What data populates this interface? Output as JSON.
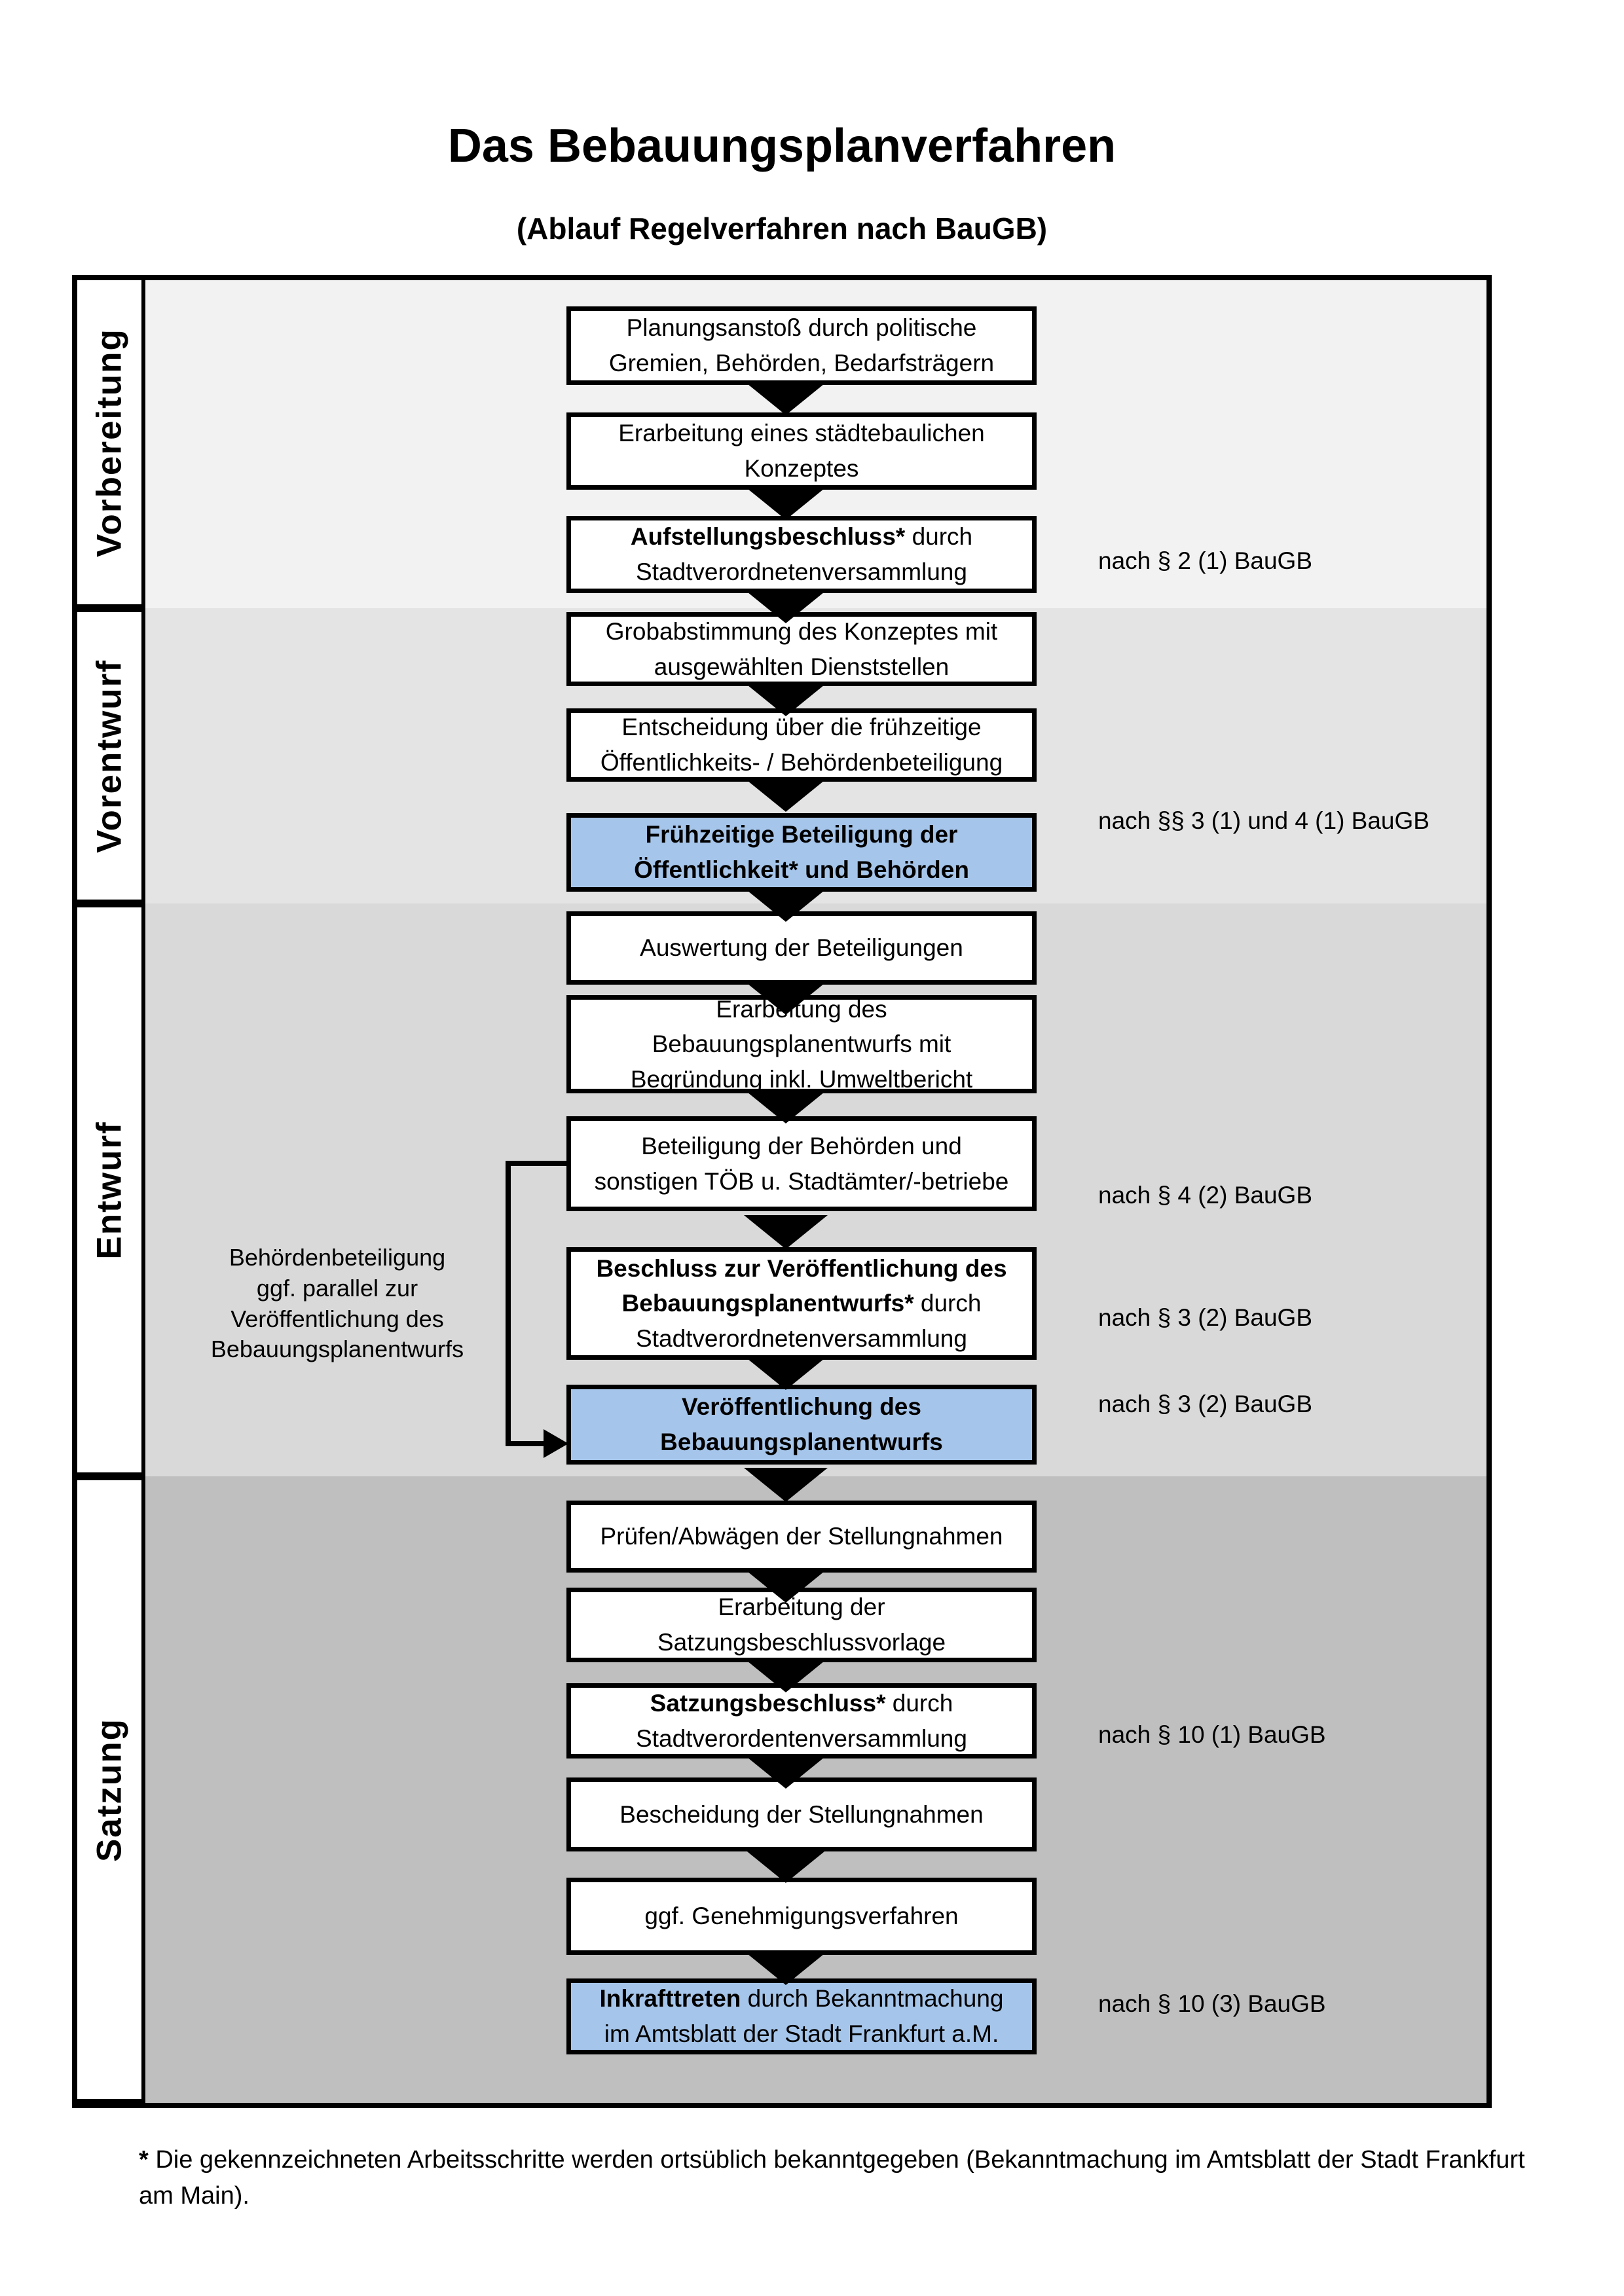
{
  "title": "Das Bebauungsplanverfahren",
  "subtitle": "(Ablauf Regelverfahren nach BauGB)",
  "phases": [
    {
      "label": "Vorbereitung",
      "bg": "#f2f2f2"
    },
    {
      "label": "Vorentwurf",
      "bg": "#e4e4e4"
    },
    {
      "label": "Entwurf",
      "bg": "#d9d9d9"
    },
    {
      "label": "Satzung",
      "bg": "#bfbfbf"
    }
  ],
  "colors": {
    "highlight_box": "#a6c5ea",
    "box_border": "#000000",
    "box_background": "#ffffff"
  },
  "boxes": [
    {
      "bold": "",
      "text": "Planungsanstoß durch politische\nGremien, Behörden, Bedarfsträgern"
    },
    {
      "bold": "",
      "text": "Erarbeitung eines städtebaulichen\nKonzeptes"
    },
    {
      "bold": "Aufstellungsbeschluss*",
      "text": " durch\nStadtverordnetenversammlung"
    },
    {
      "bold": "",
      "text": "Grobabstimmung des Konzeptes mit\nausgewählten Dienststellen"
    },
    {
      "bold": "",
      "text": "Entscheidung über die frühzeitige\nÖffentlichkeits- / Behördenbeteiligung"
    },
    {
      "bold": "Frühzeitige Beteiligung der\nÖffentlichkeit* und Behörden",
      "text": ""
    },
    {
      "bold": "",
      "text": "Auswertung der Beteiligungen"
    },
    {
      "bold": "",
      "text": "Erarbeitung des\nBebauungsplanentwurfs mit\nBegründung inkl. Umweltbericht"
    },
    {
      "bold": "",
      "text": "Beteiligung der Behörden und\nsonstigen TÖB u. Stadtämter/-betriebe"
    },
    {
      "bold": "Beschluss zur Veröffentlichung des\nBebauungsplanentwurfs*",
      "text": " durch\nStadtverordnetenversammlung"
    },
    {
      "bold": "Veröffentlichung des\nBebauungsplanentwurfs",
      "text": ""
    },
    {
      "bold": "",
      "text": "Prüfen/Abwägen der Stellungnahmen"
    },
    {
      "bold": "",
      "text": "Erarbeitung der\nSatzungsbeschlussvorlage"
    },
    {
      "bold": "Satzungsbeschluss*",
      "text": " durch\nStadtverordentenversammlung"
    },
    {
      "bold": "",
      "text": "Bescheidung der Stellungnahmen"
    },
    {
      "bold": "",
      "text": "ggf. Genehmigungsverfahren"
    },
    {
      "bold": "Inkrafttreten",
      "text": " durch Bekanntmachung\nim Amtsblatt der Stadt Frankfurt a.M."
    }
  ],
  "side_note": "Behördenbeteiligung\nggf. parallel zur\nVeröffentlichung des\nBebauungsplanentwurfs",
  "refs": [
    {
      "text": "nach § 2 (1) BauGB"
    },
    {
      "text": "nach §§ 3 (1) und 4 (1) BauGB"
    },
    {
      "text": "nach § 4 (2) BauGB"
    },
    {
      "text": "nach § 3 (2) BauGB"
    },
    {
      "text": "nach § 3 (2) BauGB"
    },
    {
      "text": "nach § 10 (1) BauGB"
    },
    {
      "text": "nach § 10 (3) BauGB"
    }
  ],
  "footnote": {
    "marker": "*",
    "text": " Die gekennzeichneten Arbeitsschritte werden ortsüblich bekanntgegeben (Bekanntmachung im Amtsblatt der Stadt Frankfurt am Main)."
  }
}
